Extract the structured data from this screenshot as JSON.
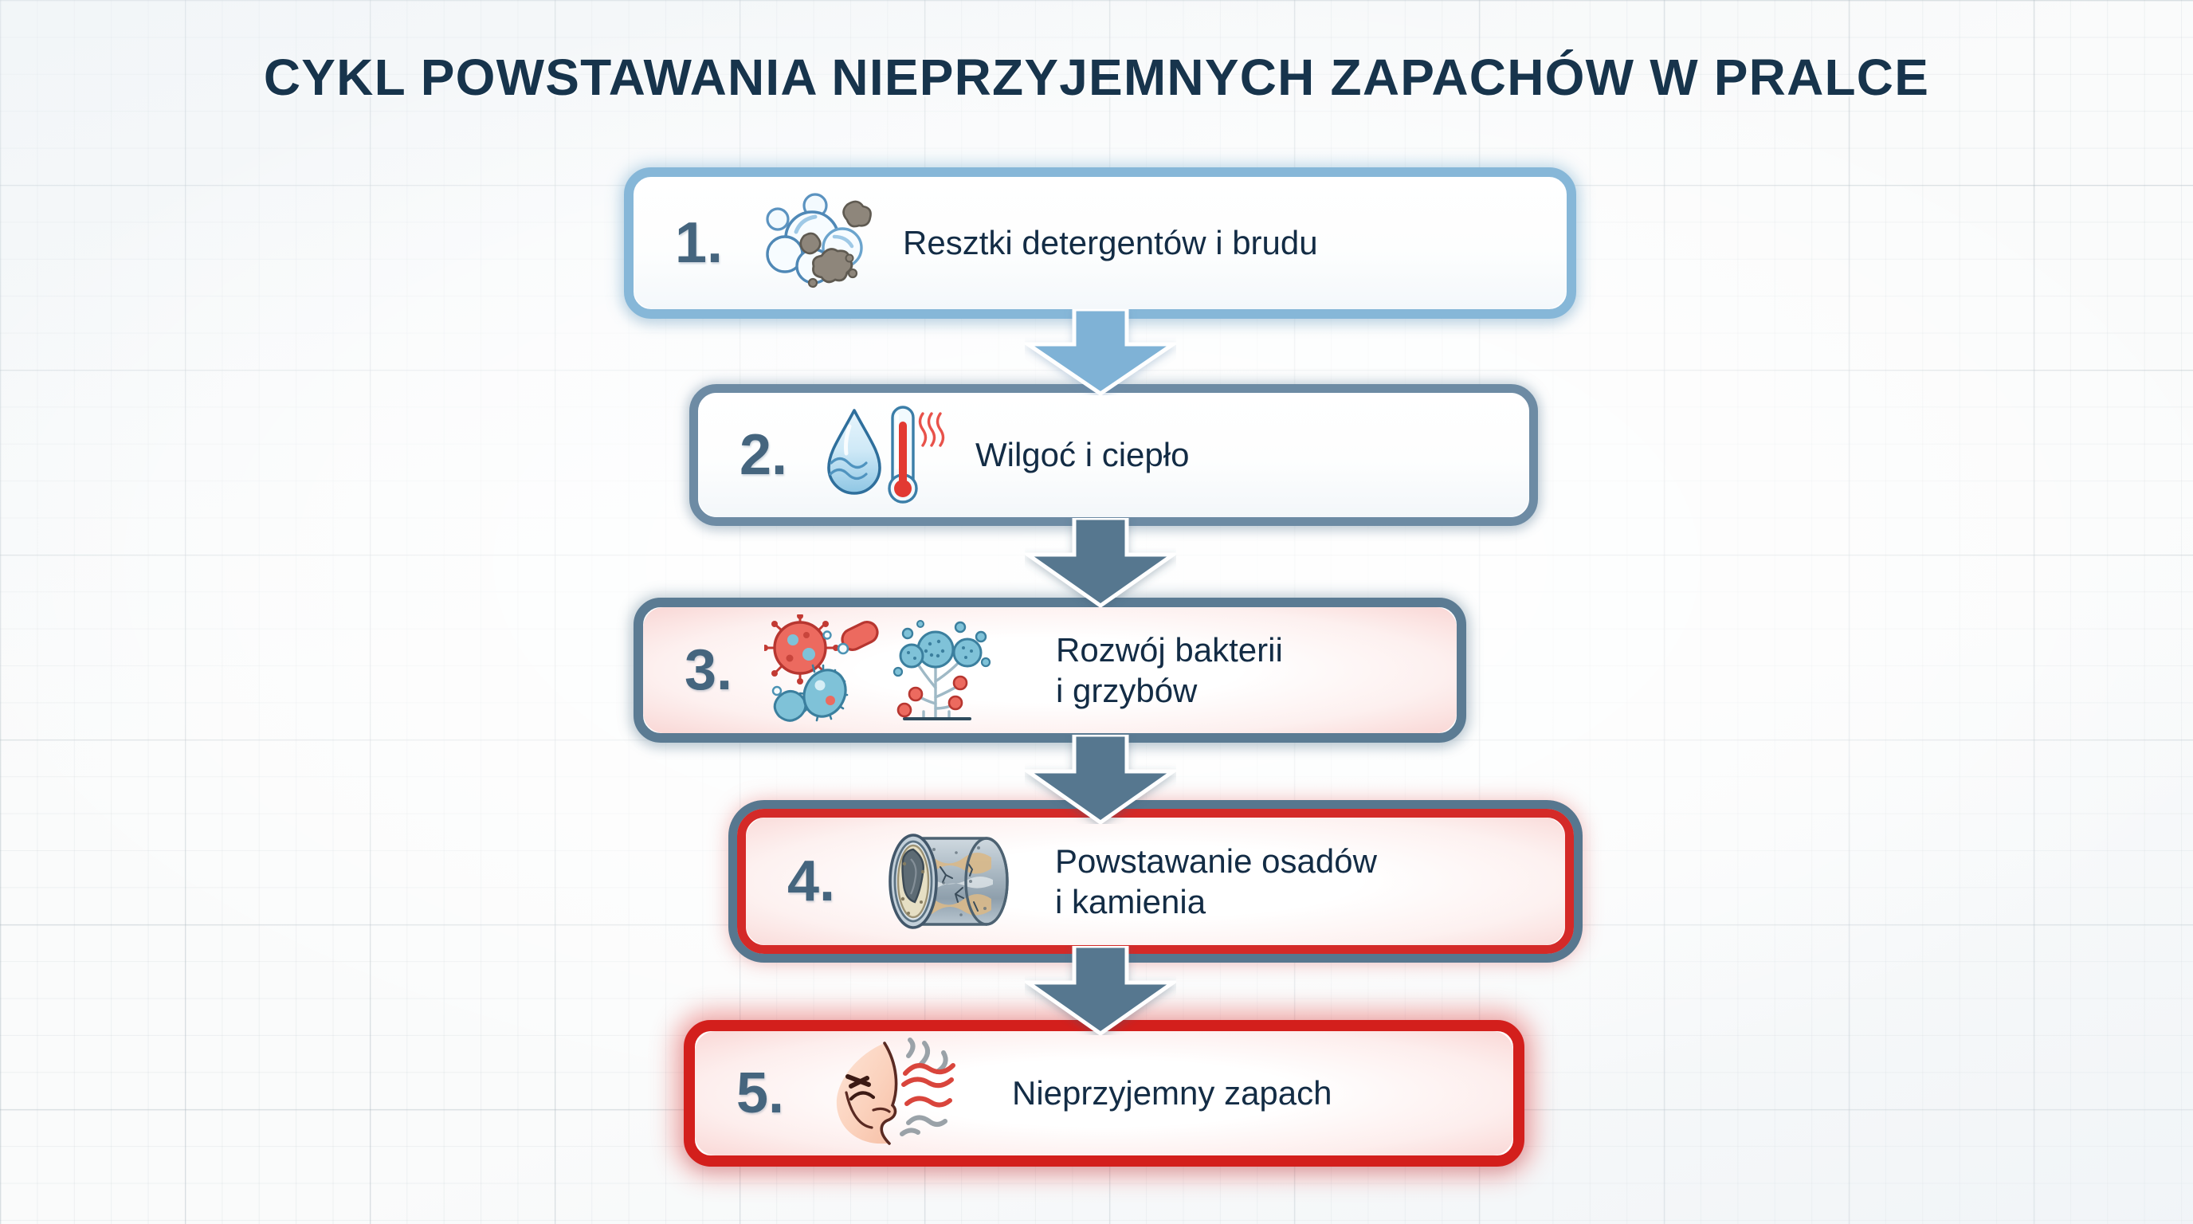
{
  "page": {
    "title": "CYKL POWSTAWANIA NIEPRZYJEMNYCH ZAPACHÓW W PRALCE",
    "language": "pl",
    "background": "graph-paper",
    "colors": {
      "title_text": "#17344c",
      "body_text": "#132c45",
      "step_number": "#45657e",
      "arrow_light": "#7fb2d6",
      "arrow_slate": "#56778f",
      "accent_blue": "#86b7d8",
      "accent_slate": "#5b7b93",
      "accent_red": "#d31f1c",
      "glow_pink": "#f7c6c4",
      "page_background": "#fafbfb"
    }
  },
  "flow": {
    "type": "vertical-cycle",
    "arrow_count": 4,
    "arrows": [
      {
        "index": 1,
        "from_step": 1,
        "to_step": 2,
        "color": "#7fb2d6",
        "icon": "arrow-down-icon"
      },
      {
        "index": 2,
        "from_step": 2,
        "to_step": 3,
        "color": "#56778f",
        "icon": "arrow-down-icon"
      },
      {
        "index": 3,
        "from_step": 3,
        "to_step": 4,
        "color": "#56778f",
        "icon": "arrow-down-icon"
      },
      {
        "index": 4,
        "from_step": 4,
        "to_step": 5,
        "color": "#56778f",
        "icon": "arrow-down-icon"
      }
    ],
    "steps": [
      {
        "number": "1.",
        "label": "Resztki detergentów i brudu",
        "icon": "soap-foam-dirt-icon",
        "border_color": "#86b7d8",
        "glow": "blue"
      },
      {
        "number": "2.",
        "label": "Wilgoć i ciepło",
        "icon": "water-drop-thermometer-icon",
        "border_color": "#6d8ba4",
        "glow": "slate"
      },
      {
        "number": "3.",
        "label": "Rozwój bakterii\ni grzybów",
        "icon": "bacteria-mold-icon",
        "border_color": "#5b7b93",
        "glow": "pink"
      },
      {
        "number": "4.",
        "label": "Powstawanie osadów\ni kamienia",
        "icon": "limescale-pipe-icon",
        "border_color": "#d42a28",
        "glow": "red"
      },
      {
        "number": "5.",
        "label": "Nieprzyjemny zapach",
        "icon": "nose-bad-smell-icon",
        "border_color": "#d31f1c",
        "glow": "red"
      }
    ]
  }
}
